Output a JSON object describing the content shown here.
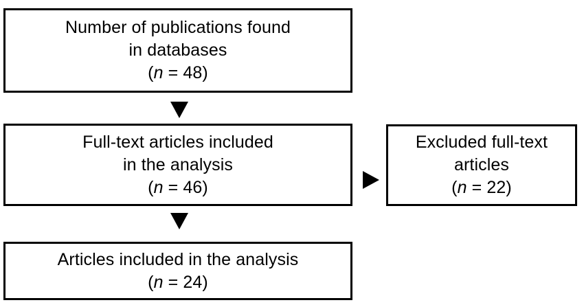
{
  "diagram": {
    "type": "prisma-flow-diagram",
    "colors": {
      "border": "#000000",
      "background": "#ffffff",
      "text": "#000000",
      "arrow": "#000000"
    },
    "boxes": {
      "records_found": {
        "lines": [
          "Number of publications found",
          "in databases"
        ],
        "count_open": "(",
        "count_symbol": "n",
        "count_equals": " = ",
        "count_value": "48",
        "count_close": ")"
      },
      "fulltext_included": {
        "lines": [
          "Full-text articles included",
          "in the analysis"
        ],
        "count_open": "(",
        "count_symbol": "n",
        "count_equals": " = ",
        "count_value": "46",
        "count_close": ")"
      },
      "excluded_fulltext": {
        "lines": [
          "Excluded full-text",
          "articles"
        ],
        "count_open": "(",
        "count_symbol": "n",
        "count_equals": " = ",
        "count_value": "22",
        "count_close": ")"
      },
      "articles_included": {
        "lines": [
          "Articles included in the analysis"
        ],
        "count_open": "(",
        "count_symbol": "n",
        "count_equals": " = ",
        "count_value": "24",
        "count_close": ")"
      }
    },
    "arrows": [
      {
        "name": "found-to-fulltext",
        "direction": "down"
      },
      {
        "name": "fulltext-to-excluded",
        "direction": "right"
      },
      {
        "name": "fulltext-to-articles",
        "direction": "down"
      }
    ]
  }
}
